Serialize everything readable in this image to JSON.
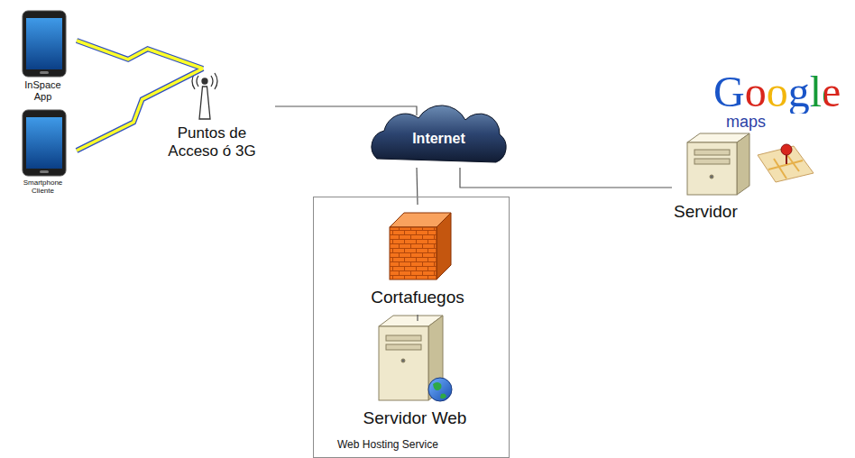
{
  "diagram": {
    "nodes": [
      {
        "text": [
          "InSpace App"
        ]
      },
      {
        "text": [
          "Smartphone Cliente"
        ]
      },
      {
        "text": [
          "Puntos de Acceso ó 3G"
        ]
      },
      {
        "text": [
          "Internet"
        ]
      },
      {
        "text": [
          "Web Hosting Service"
        ]
      },
      {
        "text": [
          "Cortafuegos"
        ],
        "in": 4
      },
      {
        "text": [
          "Servidor Web"
        ],
        "in": 4
      },
      {
        "text": [
          "Google",
          "maps",
          "Servidor"
        ]
      }
    ],
    "edges": [
      {
        "from": 0,
        "to": 2,
        "arrow": "none"
      },
      {
        "from": 1,
        "to": 2,
        "arrow": "none"
      },
      {
        "from": 2,
        "to": 3,
        "arrow": "none"
      },
      {
        "from": 3,
        "to": 5,
        "arrow": "none"
      },
      {
        "from": 5,
        "to": 6,
        "arrow": "none"
      },
      {
        "from": 3,
        "to": 7,
        "arrow": "none"
      }
    ]
  }
}
